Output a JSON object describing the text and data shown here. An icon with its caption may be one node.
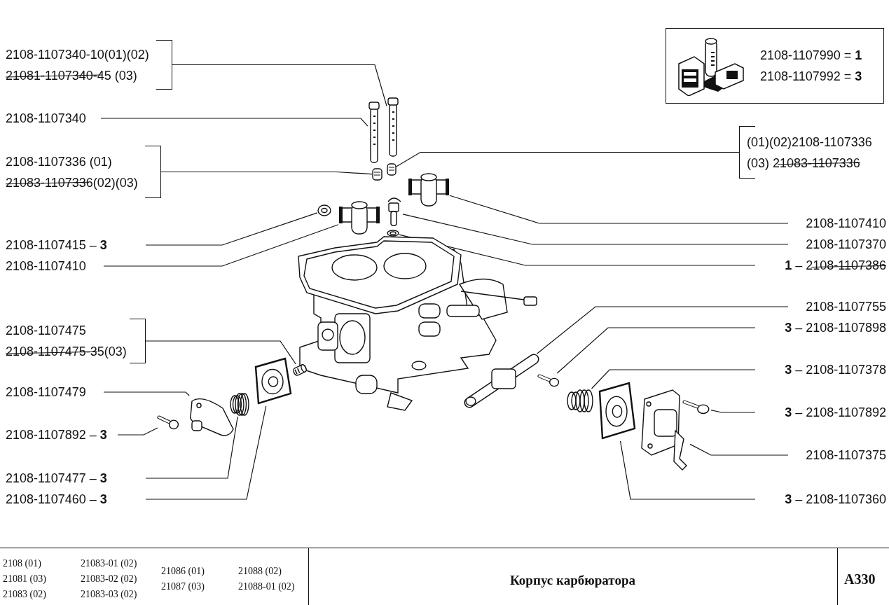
{
  "diagram": {
    "title": "Корпус карбюратора",
    "nodes": [
      {
        "text": [
          "2108-1107990 = **1**",
          "2108-1107992 = **3**"
        ]
      },
      {
        "text": [
          "2108-1107340-10(01)(02)",
          "21081-1107340-45 (03)"
        ]
      },
      {
        "text": [
          "2108-1107340"
        ]
      },
      {
        "text": [
          "2108-1107336 (01)",
          "21083-1107336(02)(03)"
        ]
      },
      {
        "text": [
          "(01)(02)2108-1107336",
          "(03) 21083-1107336"
        ]
      },
      {
        "text": [
          "2108-1107415 – **3**"
        ]
      },
      {
        "text": [
          "2108-1107410"
        ]
      },
      {
        "text": [
          "2108-1107410"
        ]
      },
      {
        "text": [
          "2108-1107370"
        ]
      },
      {
        "text": [
          "**1** – 2108-1107386"
        ]
      },
      {
        "text": [
          "2108-1107475",
          "2108-1107475-35(03)"
        ]
      },
      {
        "text": [
          "2108-1107755"
        ]
      },
      {
        "text": [
          "**3** – 2108-1107898"
        ]
      },
      {
        "text": [
          "**3** – 2108-1107378"
        ]
      },
      {
        "text": [
          "2108-1107479"
        ]
      },
      {
        "text": [
          "**3** – 2108-1107892"
        ]
      },
      {
        "text": [
          "2108-1107892 – **3**"
        ]
      },
      {
        "text": [
          "2108-1107375"
        ]
      },
      {
        "text": [
          "2108-1107477 – **3**"
        ]
      },
      {
        "text": [
          "2108-1107460 – **3**"
        ]
      },
      {
        "text": [
          "**3** – 2108-1107360"
        ]
      },
      {
        "text": [],
        "shape": "picture"
      },
      {
        "text": [],
        "shape": "picture"
      },
      {
        "text": [],
        "shape": "picture"
      },
      {
        "text": [],
        "shape": "picture"
      },
      {
        "text": [],
        "shape": "picture"
      },
      {
        "text": [],
        "shape": "picture"
      },
      {
        "text": [],
        "shape": "picture"
      },
      {
        "text": [],
        "shape": "picture"
      },
      {
        "text": [],
        "shape": "picture"
      },
      {
        "text": [],
        "shape": "picture"
      },
      {
        "text": [],
        "shape": "picture"
      },
      {
        "text": [],
        "shape": "picture"
      },
      {
        "text": [],
        "shape": "picture"
      },
      {
        "text": [],
        "shape": "picture"
      },
      {
        "text": [],
        "shape": "picture"
      },
      {
        "text": [],
        "shape": "picture"
      },
      {
        "text": [],
        "shape": "picture"
      },
      {
        "text": [],
        "shape": "picture"
      },
      {
        "text": [],
        "shape": "picture"
      },
      {
        "text": [],
        "shape": "picture"
      }
    ],
    "edges": [
      {
        "from": 1,
        "to": 21,
        "arrow": "none"
      },
      {
        "from": 2,
        "to": 22,
        "arrow": "none"
      },
      {
        "from": 3,
        "to": 23,
        "arrow": "none"
      },
      {
        "from": 4,
        "to": 24,
        "arrow": "none"
      },
      {
        "from": 5,
        "to": 25,
        "arrow": "none"
      },
      {
        "from": 6,
        "to": 26,
        "arrow": "none"
      },
      {
        "from": 7,
        "to": 27,
        "arrow": "none"
      },
      {
        "from": 8,
        "to": 28,
        "arrow": "none"
      },
      {
        "from": 9,
        "to": 29,
        "arrow": "none"
      },
      {
        "from": 10,
        "to": 30,
        "arrow": "none"
      },
      {
        "from": 11,
        "to": 31,
        "arrow": "none"
      },
      {
        "from": 12,
        "to": 32,
        "arrow": "none"
      },
      {
        "from": 13,
        "to": 33,
        "arrow": "none"
      },
      {
        "from": 14,
        "to": 34,
        "arrow": "none"
      },
      {
        "from": 15,
        "to": 35,
        "arrow": "none"
      },
      {
        "from": 16,
        "to": 36,
        "arrow": "none"
      },
      {
        "from": 17,
        "to": 37,
        "arrow": "none"
      },
      {
        "from": 18,
        "to": 38,
        "arrow": "none"
      },
      {
        "from": 19,
        "to": 39,
        "arrow": "none"
      },
      {
        "from": 20,
        "to": 40,
        "arrow": "none"
      }
    ],
    "labels": [
      "2108 (01)",
      "21083-01 (02)",
      "21086 (01)",
      "21088 (02)",
      "21081 (03)",
      "21083-02 (02)",
      "21087 (03)",
      "21088-01 (02)",
      "21083 (02)",
      "21083-03 (02)",
      "А330"
    ]
  }
}
